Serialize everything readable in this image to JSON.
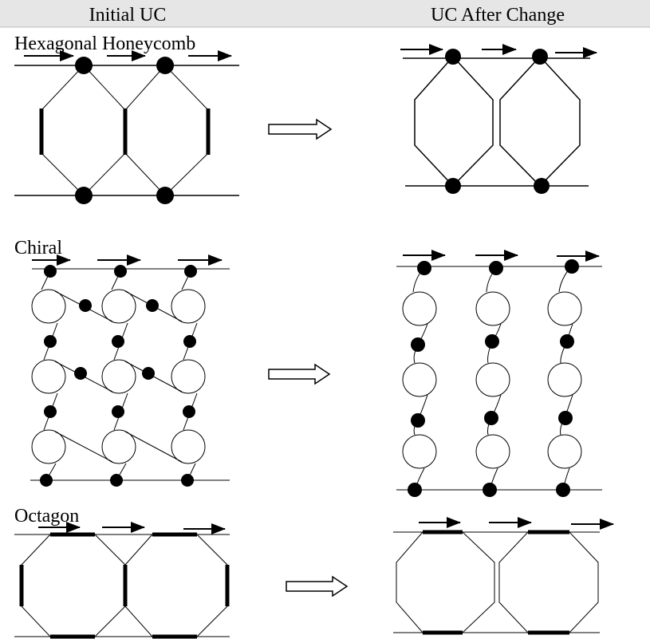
{
  "headers": {
    "left": "Initial UC",
    "right": "UC After Change"
  },
  "rows": [
    {
      "label": "Hexagonal Honeycomb"
    },
    {
      "label": "Chiral"
    },
    {
      "label": "Octagon"
    }
  ],
  "colors": {
    "header_band": "#e6e6e6",
    "ink": "#000000",
    "background": "#ffffff"
  }
}
